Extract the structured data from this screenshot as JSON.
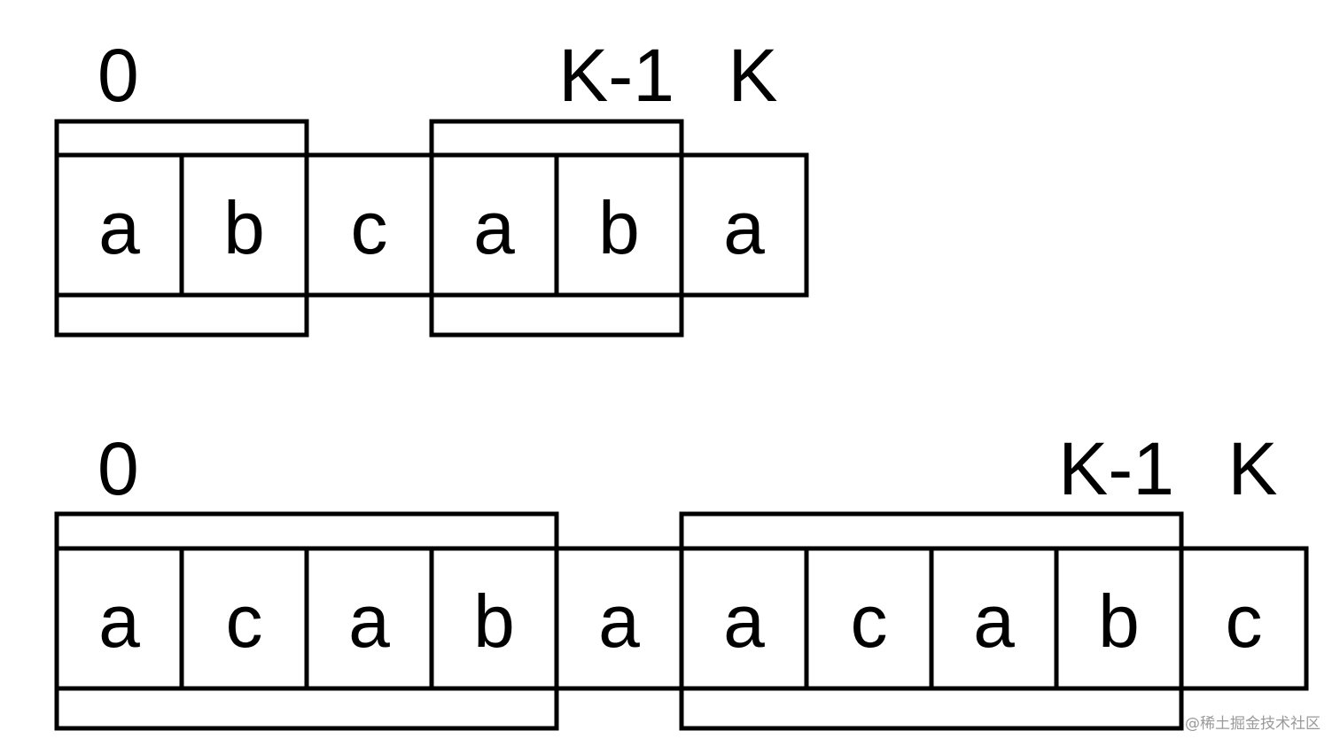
{
  "colors": {
    "highlight": "#fb7a88",
    "stroke": "#000000",
    "background": "#ffffff"
  },
  "rows": [
    {
      "cells": [
        "a",
        "b",
        "c",
        "a",
        "b",
        "a"
      ],
      "highlight_index": 5,
      "brackets": [
        {
          "start": 0,
          "end": 1,
          "label": "0",
          "label_align": "start"
        },
        {
          "start": 3,
          "end": 4,
          "label": "K-1",
          "label_align": "end"
        }
      ],
      "end_label": "K"
    },
    {
      "cells": [
        "a",
        "c",
        "a",
        "b",
        "a",
        "a",
        "c",
        "a",
        "b",
        "c"
      ],
      "highlight_index": 9,
      "brackets": [
        {
          "start": 0,
          "end": 3,
          "label": "0",
          "label_align": "start"
        },
        {
          "start": 5,
          "end": 8,
          "label": "K-1",
          "label_align": "end"
        }
      ],
      "end_label": "K"
    }
  ],
  "watermark": "@稀土掘金技术社区"
}
